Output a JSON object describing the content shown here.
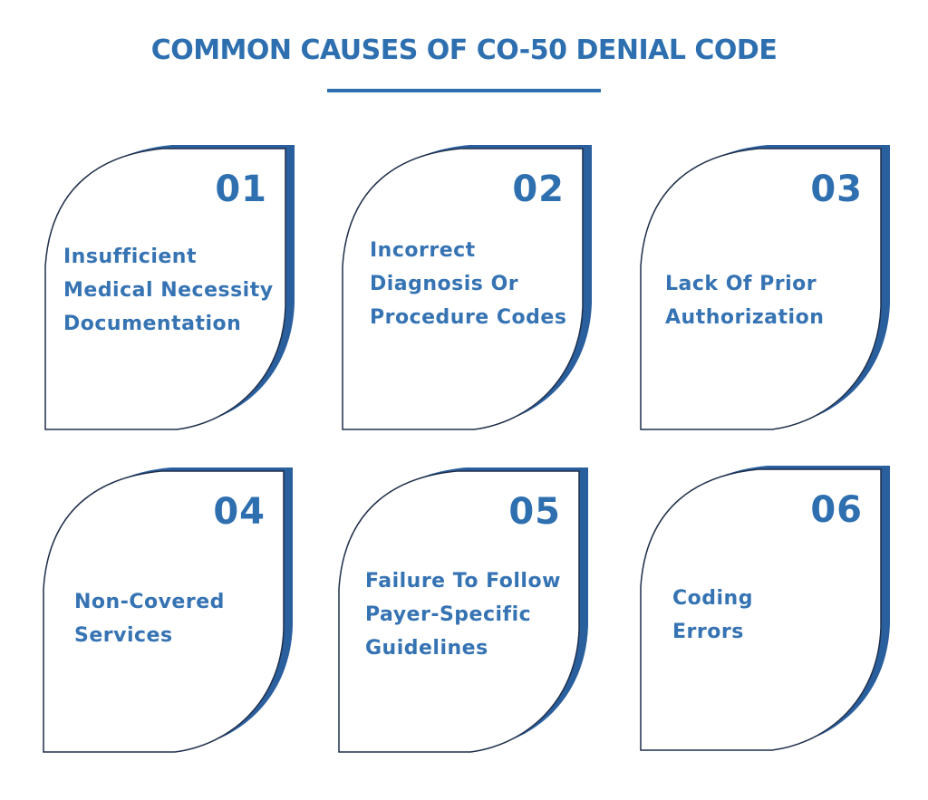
{
  "title": "COMMON CAUSES OF CO-50 DENIAL CODE",
  "colors": {
    "accent": "#2e6fb0",
    "shadow": "#2a5f9e",
    "border": "#1f2f4a",
    "text": "#3673b3"
  },
  "cards": [
    {
      "number": "01",
      "label": "Insufficient\nMedical Necessity\nDocumentation"
    },
    {
      "number": "02",
      "label": "Incorrect\nDiagnosis Or\nProcedure Codes"
    },
    {
      "number": "03",
      "label": "Lack Of Prior\nAuthorization"
    },
    {
      "number": "04",
      "label": "Non-Covered\nServices"
    },
    {
      "number": "05",
      "label": "Failure To Follow\nPayer-Specific\nGuidelines"
    },
    {
      "number": "06",
      "label": "Coding\nErrors"
    }
  ]
}
